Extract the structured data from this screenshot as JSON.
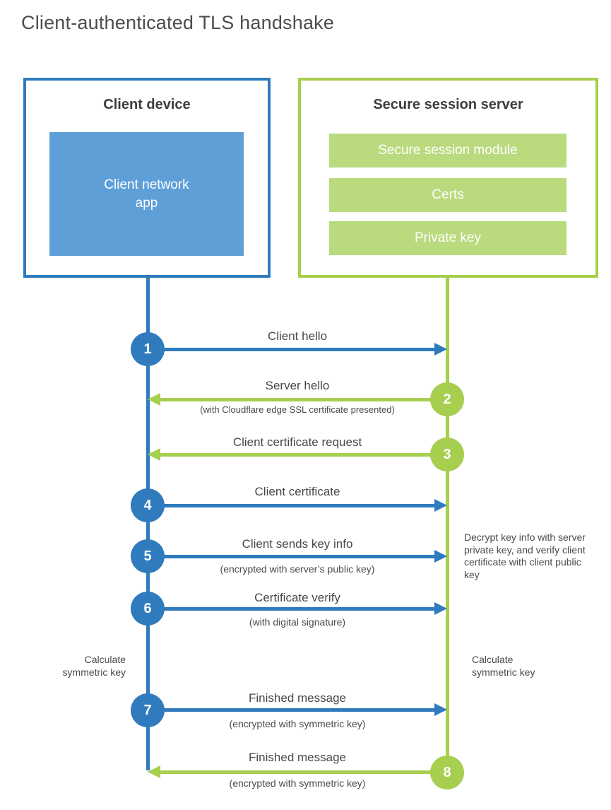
{
  "title": "Client-authenticated TLS handshake",
  "colors": {
    "blue": "#2f7bbd",
    "blue_light": "#5f9fd8",
    "green": "#a6ce4f",
    "green_light": "#b9da7d"
  },
  "client_box": {
    "title": "Client device",
    "inner_label": "Client network\napp"
  },
  "server_box": {
    "title": "Secure session server",
    "modules": [
      "Secure session module",
      "Certs",
      "Private key"
    ]
  },
  "steps": [
    {
      "num": "1",
      "direction": "client-to-server",
      "label": "Client hello",
      "sub": ""
    },
    {
      "num": "2",
      "direction": "server-to-client",
      "label": "Server hello",
      "sub": "(with Cloudflare edge SSL certificate presented)"
    },
    {
      "num": "3",
      "direction": "server-to-client",
      "label": "Client certificate request",
      "sub": ""
    },
    {
      "num": "4",
      "direction": "client-to-server",
      "label": "Client certificate",
      "sub": ""
    },
    {
      "num": "5",
      "direction": "client-to-server",
      "label": "Client sends key info",
      "sub": "(encrypted with server’s public key)"
    },
    {
      "num": "6",
      "direction": "client-to-server",
      "label": "Certificate verify",
      "sub": "(with digital signature)"
    },
    {
      "num": "7",
      "direction": "client-to-server",
      "label": "Finished message",
      "sub": "(encrypted with symmetric key)"
    },
    {
      "num": "8",
      "direction": "server-to-client",
      "label": "Finished message",
      "sub": "(encrypted with symmetric key)"
    }
  ],
  "notes": {
    "decrypt": "Decrypt key info with server private key, and verify client certificate with client public key",
    "calc_left": "Calculate\nsymmetric key",
    "calc_right": "Calculate\nsymmetric key"
  }
}
